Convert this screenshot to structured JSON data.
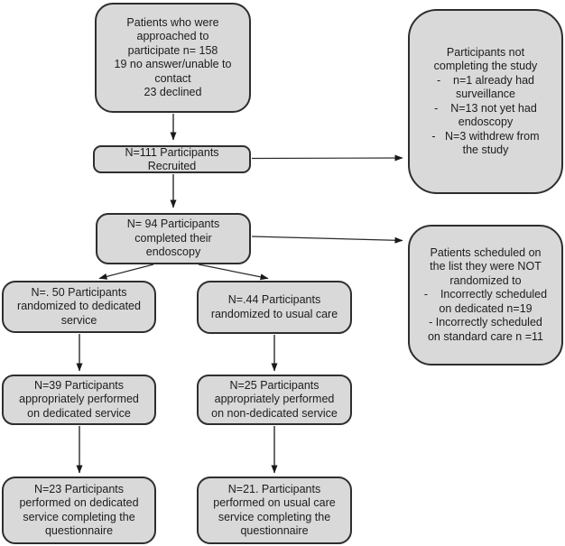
{
  "figure": {
    "type": "flow-diagram",
    "description_colors": {
      "box_fill": "#d9d9d9",
      "box_border": "#2e2e2e",
      "arrow": "#2a2a2a",
      "text": "#1c1c1c",
      "background": "#ffffff"
    }
  },
  "flowchart": {
    "boxes": {
      "approached": {
        "label": "Patients who were\napproached to\nparticipate n= 158\n19 no answer/unable to\ncontact\n23 declined"
      },
      "not_completing": {
        "label": "Participants not\ncompleting the study\n-    n=1 already had\nsurveillance\n-    N=13 not yet had\nendoscopy\n-   N=3 withdrew from\nthe study"
      },
      "recruited": {
        "label": "N=111 Participants\nRecruited"
      },
      "endoscopy": {
        "label": "N= 94 Participants\ncompleted their\nendoscopy"
      },
      "not_randomized": {
        "label": "Patients scheduled on\nthe list they were NOT\nrandomized to\n-    Incorrectly scheduled\non dedicated n=19\n- Incorrectly scheduled\non standard care n =11"
      },
      "randomized_dedicated": {
        "label": "N=. 50 Participants\nrandomized to dedicated\nservice"
      },
      "randomized_usual": {
        "label": "N=.44 Participants\nrandomized to usual care"
      },
      "performed_dedicated": {
        "label": "N=39 Participants\nappropriately performed\non dedicated service"
      },
      "performed_non_dedicated": {
        "label": "N=25 Participants\nappropriately performed\non non-dedicated service"
      },
      "questionnaire_dedicated": {
        "label": "N=23 Participants\nperformed on dedicated\nservice completing the\nquestionnaire"
      },
      "questionnaire_usual": {
        "label": "N=21. Participants\nperformed on usual care\nservice completing the\nquestionnaire"
      }
    }
  }
}
